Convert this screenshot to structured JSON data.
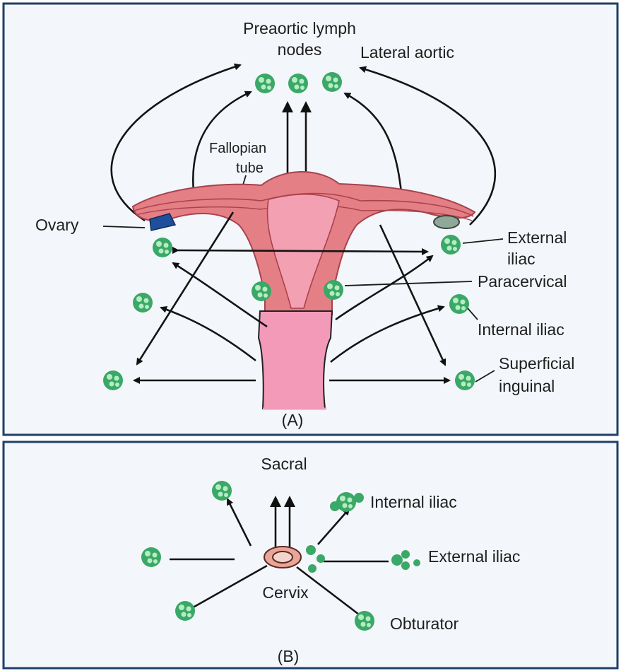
{
  "colors": {
    "background": "#f3f6fb",
    "frame": "#1f3f66",
    "uterus_outer": "#e57f86",
    "uterus_inner": "#f3a0b3",
    "cervix": "#f29ab8",
    "node": "#2e9a58",
    "node_light": "#8fd6a4",
    "ovary_left": "#1f4f9c",
    "ovary_right": "#8fa89a"
  },
  "panel_a": {
    "labels": {
      "preaortic": "Preaortic lymph",
      "preaortic_line2": "nodes",
      "lateral_aortic": "Lateral aortic",
      "fallopian": "Fallopian",
      "fallopian_line2": "tube",
      "ovary": "Ovary",
      "external_iliac": "External",
      "external_iliac_line2": "iliac",
      "paracervical": "Paracervical",
      "internal_iliac": "Internal iliac",
      "superficial": "Superficial",
      "superficial_line2": "inguinal"
    },
    "caption": "(A)"
  },
  "panel_b": {
    "labels": {
      "sacral": "Sacral",
      "internal_iliac": "Internal iliac",
      "external_iliac": "External iliac",
      "cervix": "Cervix",
      "obturator": "Obturator"
    },
    "caption": "(B)"
  }
}
